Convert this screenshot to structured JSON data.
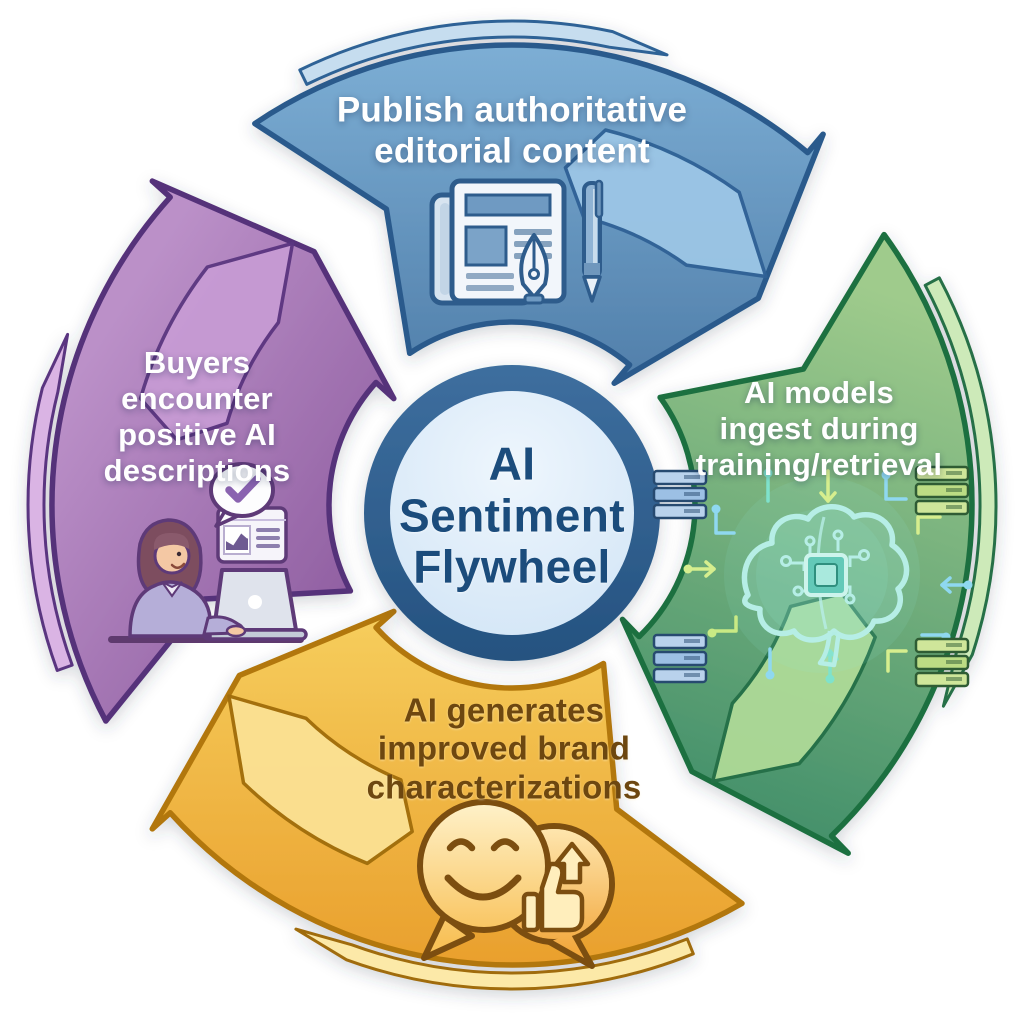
{
  "diagram": {
    "title": "AI Sentiment Flywheel",
    "type": "cycle-flywheel",
    "direction": "clockwise",
    "background": "#ffffff",
    "center": {
      "label": "AI Sentiment Flywheel",
      "lines": [
        "AI",
        "Sentiment",
        "Flywheel"
      ],
      "text_color": "#1b4c7c",
      "ring_color": "#2d5f93",
      "fill_color": "#d9e9f8"
    },
    "segments": [
      {
        "id": "publish",
        "position": "top",
        "label": "Publish authoritative editorial content",
        "lines": [
          "Publish authoritative",
          "editorial content"
        ],
        "color": "#557fa9",
        "outline": "#2a5a8c",
        "text_color": "#ffffff",
        "icon": "newspaper-pen-icon"
      },
      {
        "id": "ingest",
        "position": "right",
        "label": "AI models ingest during training/retrieval",
        "lines": [
          "AI models",
          "ingest during",
          "training/retrieval"
        ],
        "color": "#6da368",
        "outline": "#1e6f40",
        "text_color": "#ffffff",
        "icon": "ai-brain-circuit-icon"
      },
      {
        "id": "generate",
        "position": "bottom",
        "label": "AI generates improved brand characterizations",
        "lines": [
          "AI generates",
          "improved brand",
          "characterizations"
        ],
        "color": "#f0b83d",
        "outline": "#b27708",
        "text_color": "#6d4710",
        "icon": "smiley-chat-thumbs-up-icon"
      },
      {
        "id": "encounter",
        "position": "left",
        "label": "Buyers encounter positive AI descriptions",
        "lines": [
          "Buyers",
          "encounter",
          "positive AI",
          "descriptions"
        ],
        "color": "#9a68a8",
        "outline": "#55307a",
        "text_color": "#ffffff",
        "icon": "buyer-at-laptop-icon"
      }
    ]
  }
}
